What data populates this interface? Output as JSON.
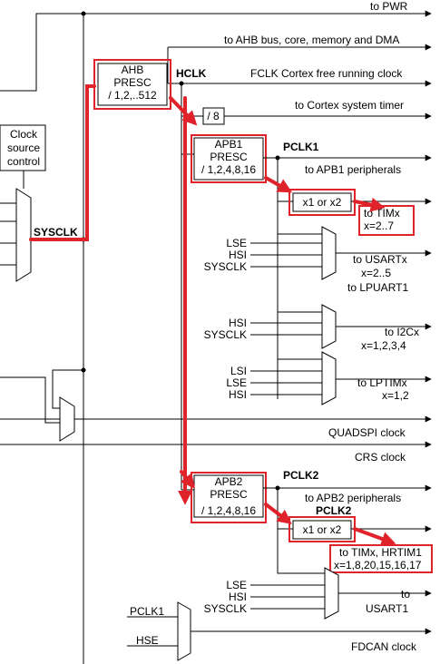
{
  "colors": {
    "highlight": "#e0222a",
    "line": "#000000"
  },
  "outputs": {
    "pwr": "to PWR",
    "ahb_bus": "to AHB bus, core, memory and DMA",
    "fclk": "FCLK Cortex free running clock",
    "systick": "to Cortex system timer",
    "apb1_periph": "to APB1 peripherals",
    "timx_1": "to TIMx",
    "timx_1_idx": "x=2..7",
    "usart": "to USARTx",
    "usart_idx": "x=2..5",
    "lpuart": "to LPUART1",
    "i2c": "to I2Cx",
    "i2c_idx": "x=1,2,3,4",
    "lptim": "to LPTIMx",
    "lptim_idx": "x=1,2",
    "quadspi": "QUADSPI clock",
    "crs": "CRS clock",
    "apb2_periph": "to APB2 peripherals",
    "timx_2": "to TIMx, HRTIM1",
    "timx_2_idx": "x=1,8,20,15,16,17",
    "usart1_to": "to",
    "usart1": "USART1",
    "fdcan": "FDCAN clock"
  },
  "blocks": {
    "clock_source": [
      "Clock",
      "source",
      "control"
    ],
    "ahb_presc": [
      "AHB",
      "PRESC",
      "/ 1,2,..512"
    ],
    "div8": "/ 8",
    "apb1_presc": [
      "APB1",
      "PRESC",
      "/ 1,2,4,8,16"
    ],
    "apb1_mult": "x1 or x2",
    "apb2_presc": [
      "APB2",
      "PRESC",
      "/ 1,2,4,8,16"
    ],
    "apb2_mult": "x1 or x2"
  },
  "signals": {
    "sysclk": "SYSCLK",
    "hclk": "HCLK",
    "pclk1": "PCLK1",
    "pclk2": "PCLK2",
    "pclk2_b": "PCLK2",
    "lse": "LSE",
    "hsi": "HSI",
    "lsi": "LSI",
    "pclk1_in": "PCLK1",
    "hse": "HSE"
  }
}
